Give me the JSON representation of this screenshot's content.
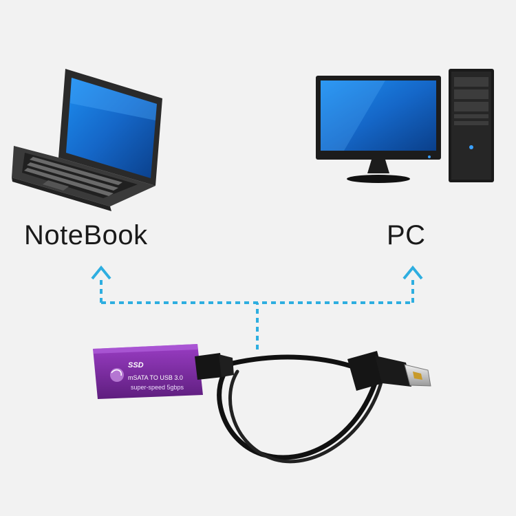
{
  "diagram": {
    "devices": {
      "notebook": {
        "label": "NoteBook",
        "icon": "laptop-icon"
      },
      "pc": {
        "label": "PC",
        "icon": "desktop-computer-icon"
      }
    },
    "adapter": {
      "icon": "msata-usb-adapter-icon",
      "brand_text": "SSD",
      "model_text": "mSATA TO USB 3.0",
      "speed_text": "super-speed 5gbps",
      "color": "#7a2fa0"
    },
    "connector": {
      "style": "dashed-arrows",
      "color": "#2eaee0"
    }
  }
}
